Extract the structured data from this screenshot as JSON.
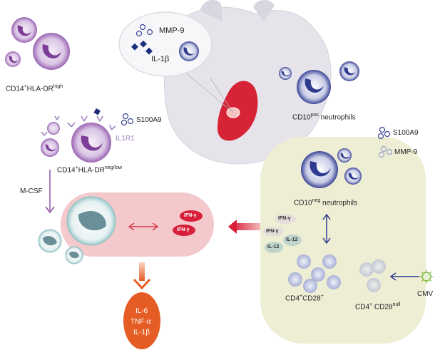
{
  "labels": {
    "cd14_high_base": "CD14",
    "cd14_high_sup1": "+",
    "cd14_high_mid": "HLA-DR",
    "cd14_high_sup2": "high",
    "mmp9": "MMP-9",
    "il1b": "IL-1β",
    "cd10pos_base": "CD10",
    "cd10pos_sup": "pos",
    "cd10pos_tail": " neutrophils",
    "s100a9_left": "S100A9",
    "il1r1": "IL1R1",
    "cd14_low_base": "CD14",
    "cd14_low_sup1": "+",
    "cd14_low_mid": "HLA-DR",
    "cd14_low_sup2": "neg/low",
    "mcsf": "M-CSF",
    "s100a9_right": "S100A9",
    "mmp9_right": "MMP-9",
    "cd10neg_base": "CD10",
    "cd10neg_sup": "neg",
    "cd10neg_tail": " neutrophils",
    "cd4_cd28pos_base": "CD4",
    "cd4_cd28pos_sup1": "+",
    "cd4_cd28pos_mid": "CD28",
    "cd4_cd28pos_sup2": "+",
    "cd4_cd28null_base": "CD4",
    "cd4_cd28null_sup1": "+",
    "cd4_cd28null_mid": " CD28",
    "cd4_cd28null_sup2": "null",
    "cmv": "CMV",
    "ifng_1": "IFN-γ",
    "ifng_2": "IFN-γ",
    "ifng_green_1": "IFN-γ",
    "ifng_green_2": "IFN-γ",
    "il12_1": "IL-12",
    "il12_2": "IL-12",
    "output_il6": "IL-6",
    "output_tnfa": "TNF-α",
    "output_il1b": "IL-1β"
  },
  "colors": {
    "monocyte_purple": "#8e4fa6",
    "neutrophil_blue": "#2f3b8f",
    "heart_gray": "#e6e4ea",
    "infarct_red": "#d62335",
    "pink_box": "#f3c9cc",
    "green_box": "#eeeed5",
    "ifng_red": "#d81f3a",
    "output_orange": "#e55d25",
    "cmv_green": "#7db83a"
  }
}
